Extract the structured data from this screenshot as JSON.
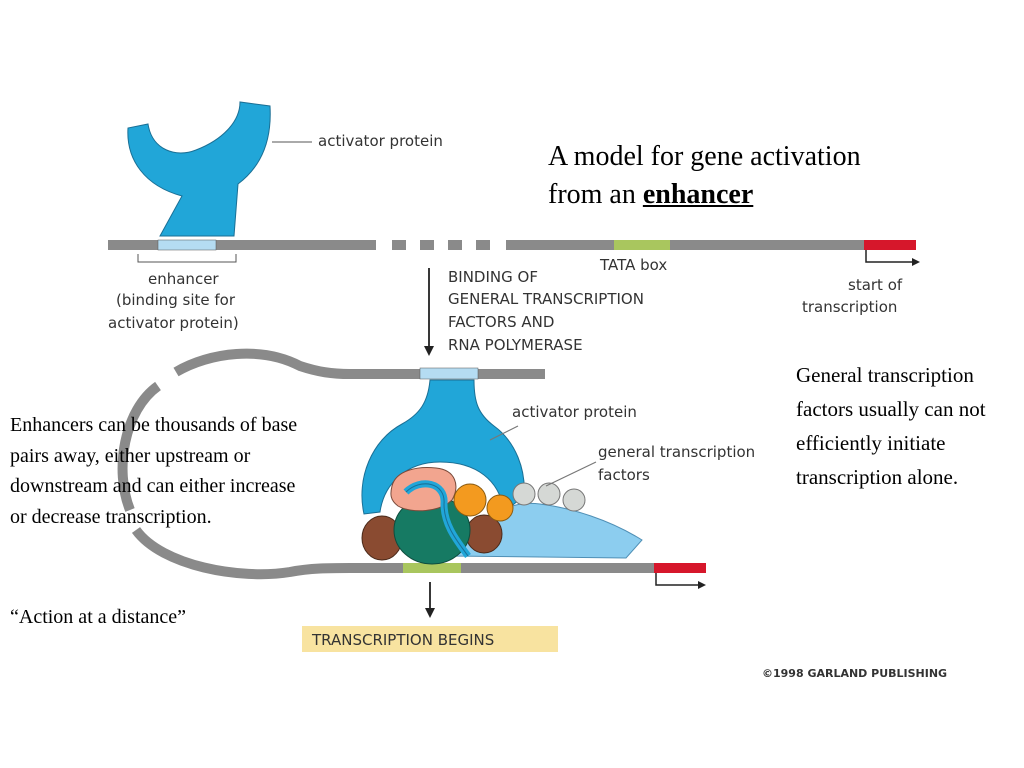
{
  "title": {
    "line1": "A model for gene activation",
    "line2_prefix": "from an ",
    "line2_emphasis": "enhancer"
  },
  "labels": {
    "activator_top": "activator protein",
    "enhancer": [
      "enhancer",
      "(binding site for",
      "activator protein)"
    ],
    "tata": "TATA box",
    "start": [
      "start of",
      "transcription"
    ],
    "binding": [
      "BINDING OF",
      "GENERAL TRANSCRIPTION",
      "FACTORS AND",
      "RNA POLYMERASE"
    ],
    "activator_bottom": "activator protein",
    "gtf": [
      "general transcription",
      "factors"
    ],
    "begins": "TRANSCRIPTION BEGINS",
    "copyright": "©1998 GARLAND PUBLISHING"
  },
  "left_text": "Enhancers can be thousands of base pairs away, either upstream or downstream and can either increase or decrease transcription.",
  "left_quote": "“Action at a distance”",
  "right_text": "General transcription factors usually can not efficiently initiate transcription alone.",
  "colors": {
    "dna": "#8a8a8a",
    "enhancer": "#b5dcf2",
    "tata": "#a9c65e",
    "start": "#d6172b",
    "activator": "#21a6d8",
    "polymerase": "#8ccdef",
    "begins_bg": "#f8e3a0"
  }
}
